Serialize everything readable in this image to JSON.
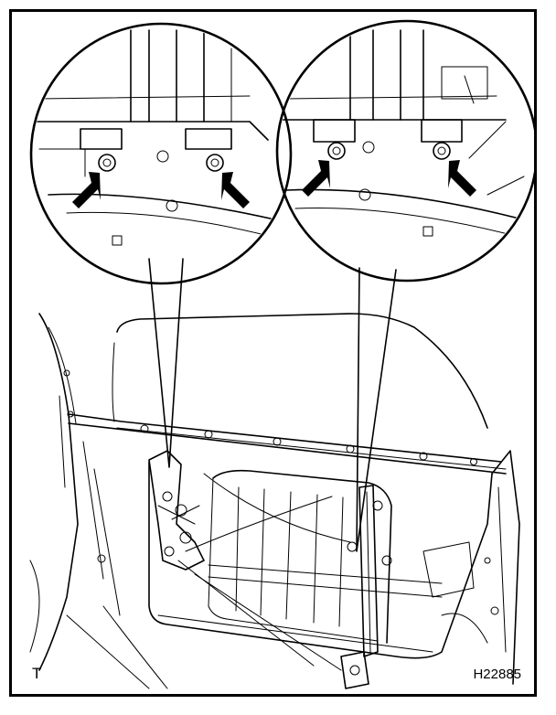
{
  "illustration": {
    "corner_letter": "T",
    "figure_code": "H22885",
    "callouts": [
      {
        "name": "left-detail",
        "arrow_count": 2
      },
      {
        "name": "right-detail",
        "arrow_count": 2
      }
    ]
  }
}
